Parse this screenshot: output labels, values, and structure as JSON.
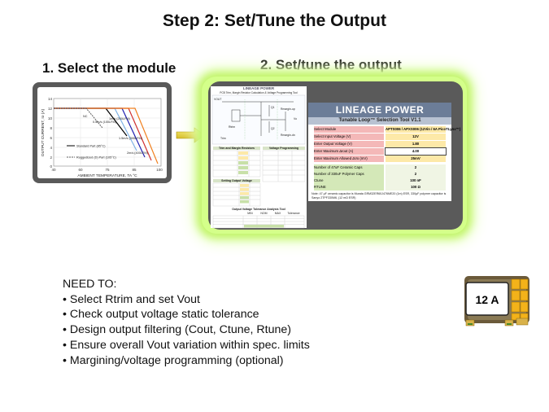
{
  "title": "Step 2: Set/Tune the Output",
  "step1_label": "1. Select the module",
  "step2_label": "2. Set/tune the output",
  "chart": {
    "y_axis_label": "OUTPUT CURRENT, Io (A)",
    "x_axis_label": "AMBIENT TEMPERATURE, TA °C",
    "y_ticks": [
      "14",
      "12",
      "10",
      "8",
      "6",
      "4",
      "2",
      "0"
    ],
    "x_ticks": [
      "40",
      "60",
      "75",
      "85",
      "100"
    ],
    "annotations": [
      "NC",
      "0.5m/s (100LFM)",
      "1m/s (200LFM)",
      "1.5m/s (300LFM)",
      "2m/s (400LFM)"
    ],
    "legend": [
      "Standard Part (85°C)",
      "Ruggedized (D) Part (105°C)"
    ],
    "colors": {
      "nc": "#000000",
      "a": "#7fb2e5",
      "b": "#2020b0",
      "c": "#d03030",
      "d": "#f08020",
      "e": "#606060"
    }
  },
  "tool": {
    "brand": "LINEAGE POWER",
    "tool_name": "Tunable Loop™ Selection Tool V1.1",
    "rows": [
      {
        "label": "Select Module",
        "value": "APTS006 / APXS006 (12Vin / 6A PicoTLynx™)"
      },
      {
        "label": "Select Input Voltage (V)",
        "value": "12V"
      },
      {
        "label": "Enter Output Voltage (V)",
        "value": "1.80"
      },
      {
        "label": "Enter Maximum ΔIout (A)",
        "value": "4.00"
      },
      {
        "label": "Enter Maximum Allowed ΔVo (mV)",
        "value": "25mV"
      },
      {
        "label": "Number of 47uF Ceramic Caps",
        "value": "2"
      },
      {
        "label": "Number of 330uF Polymer Caps",
        "value": "2"
      },
      {
        "label": "Ctune",
        "value": "100 nF"
      },
      {
        "label": "RTUNE",
        "value": "100 Ω"
      }
    ],
    "note": "Note: 47 μF ceramic capacitor is Murata GRM32ER60J476ME20 (1m) ESR, 330μF polymer capacitor is Sanyo 2TPF330M6, (12 mΩ ESR)"
  },
  "sheet_left": {
    "header": "LINEAGE POWER",
    "subheader": "PCB Trim, Margin Resistor Calculation & Voltage Programming Tool",
    "circuit_labels": [
      "VOUT",
      "Q1",
      "Q2",
      "Rtrim",
      "Rmargin-up",
      "Rmargin-dn",
      "Vo",
      "Trim"
    ],
    "trim_section": "Trim and Margin Resistors",
    "programming_section": "Voltage Programming",
    "limits_section": "Setting Output Voltage",
    "tolerance_section": "Output Voltage Tolerance Analysis Tool",
    "table_headers": [
      "MIN",
      "NOM",
      "MAX",
      "Tolerance"
    ]
  },
  "needto": {
    "heading": "NEED TO:",
    "items": [
      "Select Rtrim and set Vout",
      "Check output voltage static tolerance",
      "Design output filtering (Cout, Ctune, Rtune)",
      "Ensure overall Vout variation within spec. limits",
      "Margining/voltage programming (optional)"
    ]
  },
  "module_label": "12 A",
  "colors": {
    "glow": "#c2f56a",
    "panel": "#5a5a5a",
    "arrow": "#e6d21a",
    "brand_bar": "#6c7d98"
  }
}
